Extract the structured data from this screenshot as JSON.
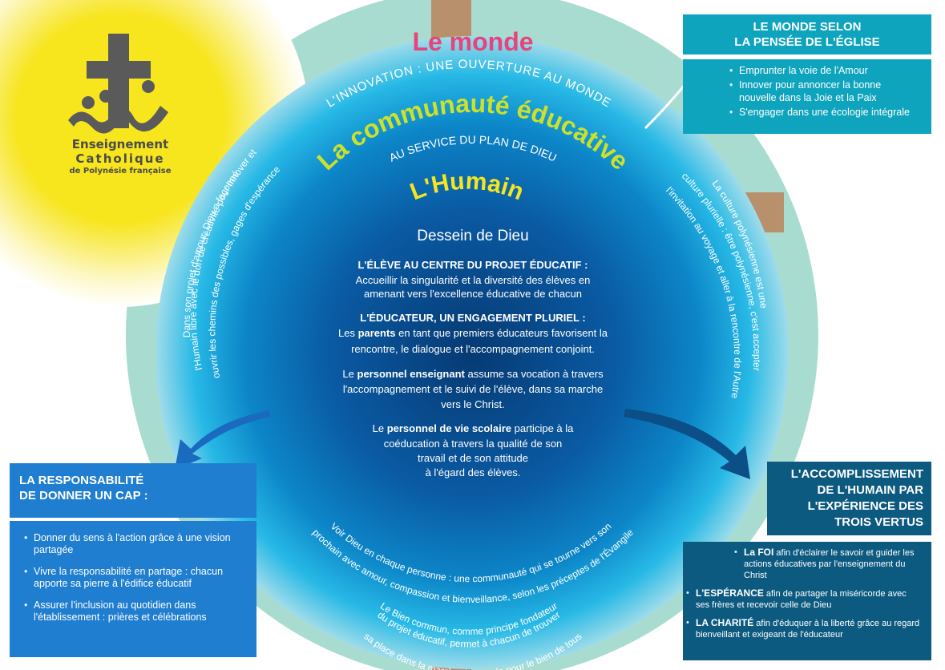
{
  "colors": {
    "sun": "#f7e51d",
    "outer_circle": "#a8dcd0",
    "inner_blue": "#0a5fa8",
    "teal_box": "#0fa4be",
    "blue_box": "#1f7ed0",
    "dark_box": "#0d5a80",
    "pink_title": "#e8447a",
    "lime_title": "#cde12a",
    "yellow_title": "#f7e51d"
  },
  "logo": {
    "line1": "Enseignement",
    "line2": "Catholique",
    "line3": "de Polynésie française"
  },
  "titles": {
    "le_monde": "Le monde",
    "innovation": "L'INNOVATION : UNE OUVERTURE AU MONDE",
    "communaute": "La communauté éducative",
    "service": "AU SERVICE DU PLAN DE DIEU",
    "humain": "L'Humain",
    "dessein": "Dessein de Dieu"
  },
  "center": {
    "eleve_title": "L'ÉLÈVE AU CENTRE DU PROJET ÉDUCATIF :",
    "eleve_line1": "Accueillir la singularité et la diversité des élèves en",
    "eleve_line2": "amenant vers l'excellence éducative de chacun",
    "educateur_title": "L'ÉDUCATEUR, UN ENGAGEMENT PLURIEL :",
    "parents_pre": "Les ",
    "parents_bold": "parents",
    "parents_post": " en tant que premiers éducateurs favorisent la",
    "parents_line2": "rencontre, le dialogue et l'accompagnement conjoint.",
    "personnel_pre": "Le ",
    "personnel_bold": "personnel enseignant",
    "personnel_post": " assume sa vocation à travers",
    "personnel_line2": "l'accompagnement et le suivi de l'élève, dans sa marche",
    "personnel_line3": "vers le Christ.",
    "vie_pre": "Le ",
    "vie_bold": "personnel de vie scolaire",
    "vie_post": " participe à la",
    "vie_line2": "coéducation à travers la qualité de son",
    "vie_line3": "travail et de son attitude",
    "vie_line4": "à l'égard des élèves."
  },
  "arcs": {
    "left_1": "Dans son projet d'amour, Dieu a façonné",
    "left_2": "l'Humain libre avec le don de créativité pour innover et",
    "left_3": "ouvrir les chemins des possibles, gages d'espérance",
    "right_1": "La culture polynésienne est une",
    "right_2": "culture plurielle : être polynésienne, c'est accepter",
    "right_3": "l'invitation au voyage et aller à la rencontre de l'Autre",
    "bottom_1": "Voir Dieu en chaque personne : une communauté qui se tourne vers son",
    "bottom_2": "prochain avec amour, compassion et bienveillance, selon les préceptes de l'Évangile",
    "bottom_3": "Le Bien commun, comme principe fondateur",
    "bottom_4": "du projet éducatif, permet à chacun de trouver",
    "bottom_5": "sa place dans la marche du monde pour le bien de tous"
  },
  "box_top_right": {
    "title_1": "LE MONDE SELON",
    "title_2": "LA PENSÉE DE L'ÉGLISE",
    "items": [
      "Emprunter la voie de l'Amour",
      "Innover pour annoncer la bonne nouvelle dans la Joie et la Paix",
      "S'engager dans une écologie intégrale"
    ]
  },
  "box_left": {
    "title_1": "LA RESPONSABILITÉ",
    "title_2": "DE DONNER UN CAP :",
    "items": [
      "Donner du sens à l'action grâce à une vision partagée",
      "Vivre la responsabilité en partage : chacun apporte sa pierre à l'édifice éducatif",
      "Assurer l'inclusion au quotidien dans l'établissement : prières et célébrations"
    ]
  },
  "box_right": {
    "title_1": "L'ACCOMPLISSEMENT",
    "title_2": "DE L'HUMAIN PAR",
    "title_3": "L'EXPÉRIENCE DES",
    "title_4": "TROIS VERTUS",
    "items": [
      {
        "bold": "La FOI",
        "text": " afin d'éclairer le savoir et guider les actions éducatives par l'enseignement du Christ"
      },
      {
        "bold": "L'ESPÉRANCE",
        "text": " afin de partager la miséricorde avec ses frères et recevoir celle de Dieu"
      },
      {
        "bold": "LA CHARITÉ",
        "text": " afin d'éduquer à la liberté grâce au regard bienveillant et exigeant de l'éducateur"
      }
    ]
  }
}
